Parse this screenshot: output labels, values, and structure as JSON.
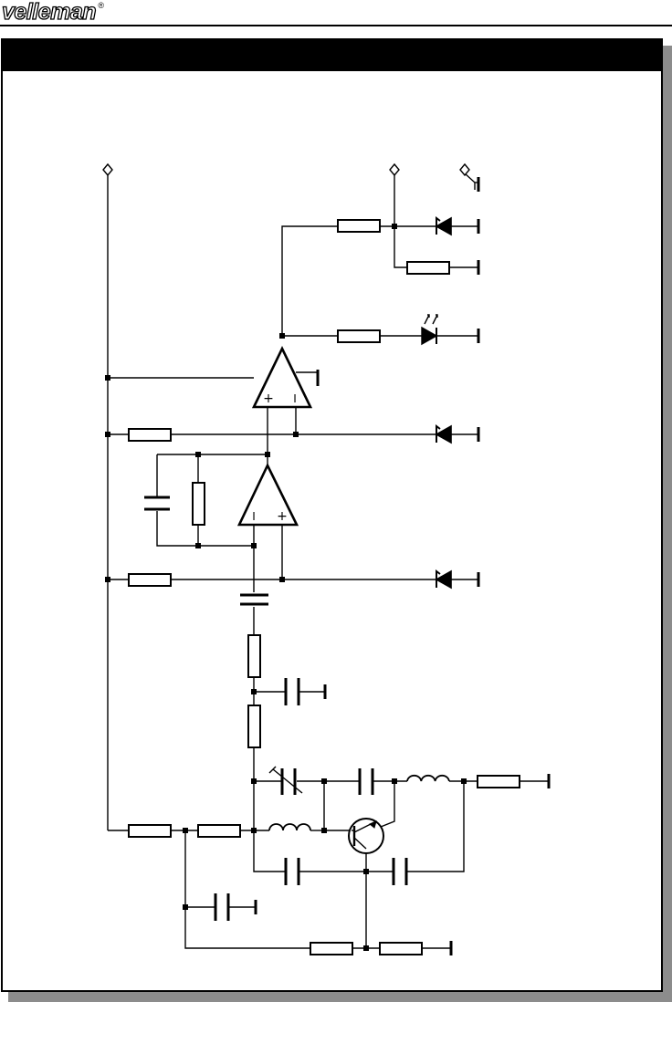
{
  "header": {
    "brand": "velleman",
    "trademark": "®"
  },
  "page": {
    "title_bar_text": ""
  },
  "diagram": {
    "type": "electronic-schematic",
    "colors": {
      "line": "#000000",
      "frame_shadow": "#8c8c8c",
      "title_bar": "#000000"
    },
    "icons": [
      "terminal-icon",
      "resistor-icon",
      "capacitor-icon",
      "variable-capacitor-icon",
      "inductor-icon",
      "zener-diode-icon",
      "led-icon",
      "op-amp-icon",
      "npn-transistor-icon",
      "ground-icon",
      "junction-dot-icon"
    ],
    "opamp_labels": {
      "top_plus": "+",
      "top_minus": "I",
      "bottom_minus": "I",
      "bottom_plus": "+"
    }
  }
}
